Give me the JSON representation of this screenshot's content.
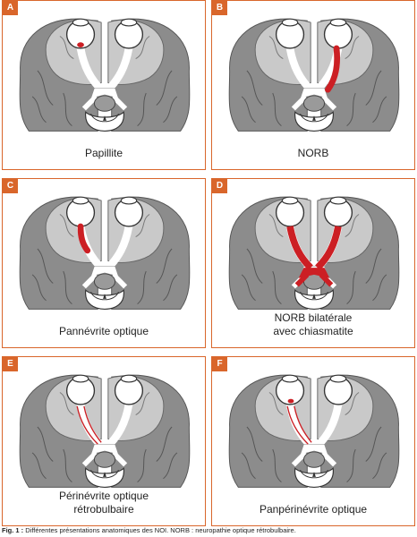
{
  "panels": [
    {
      "letter": "A",
      "label": "Papillite",
      "lesion": "papilla"
    },
    {
      "letter": "B",
      "label": "NORB",
      "lesion": "retrobulbar"
    },
    {
      "letter": "C",
      "label": "Pannévrite optique",
      "lesion": "anterior"
    },
    {
      "letter": "D",
      "label": "NORB bilatérale\navec chiasmatite",
      "lesion": "bilateral"
    },
    {
      "letter": "E",
      "label": "Périnévrite optique\nrétrobulbaire",
      "lesion": "perineuritis"
    },
    {
      "letter": "F",
      "label": "Panpérinévrite optique",
      "lesion": "panperineuritis"
    }
  ],
  "caption": {
    "prefix": "Fig. 1 :",
    "text": "Différentes présentations anatomiques des NOI. NORB : neuropathie optique rétrobulbaire."
  },
  "colors": {
    "accent": "#d9662b",
    "lesion": "#cc1f24",
    "brain_dark": "#8c8c8c",
    "brain_light": "#c9c9c9"
  }
}
